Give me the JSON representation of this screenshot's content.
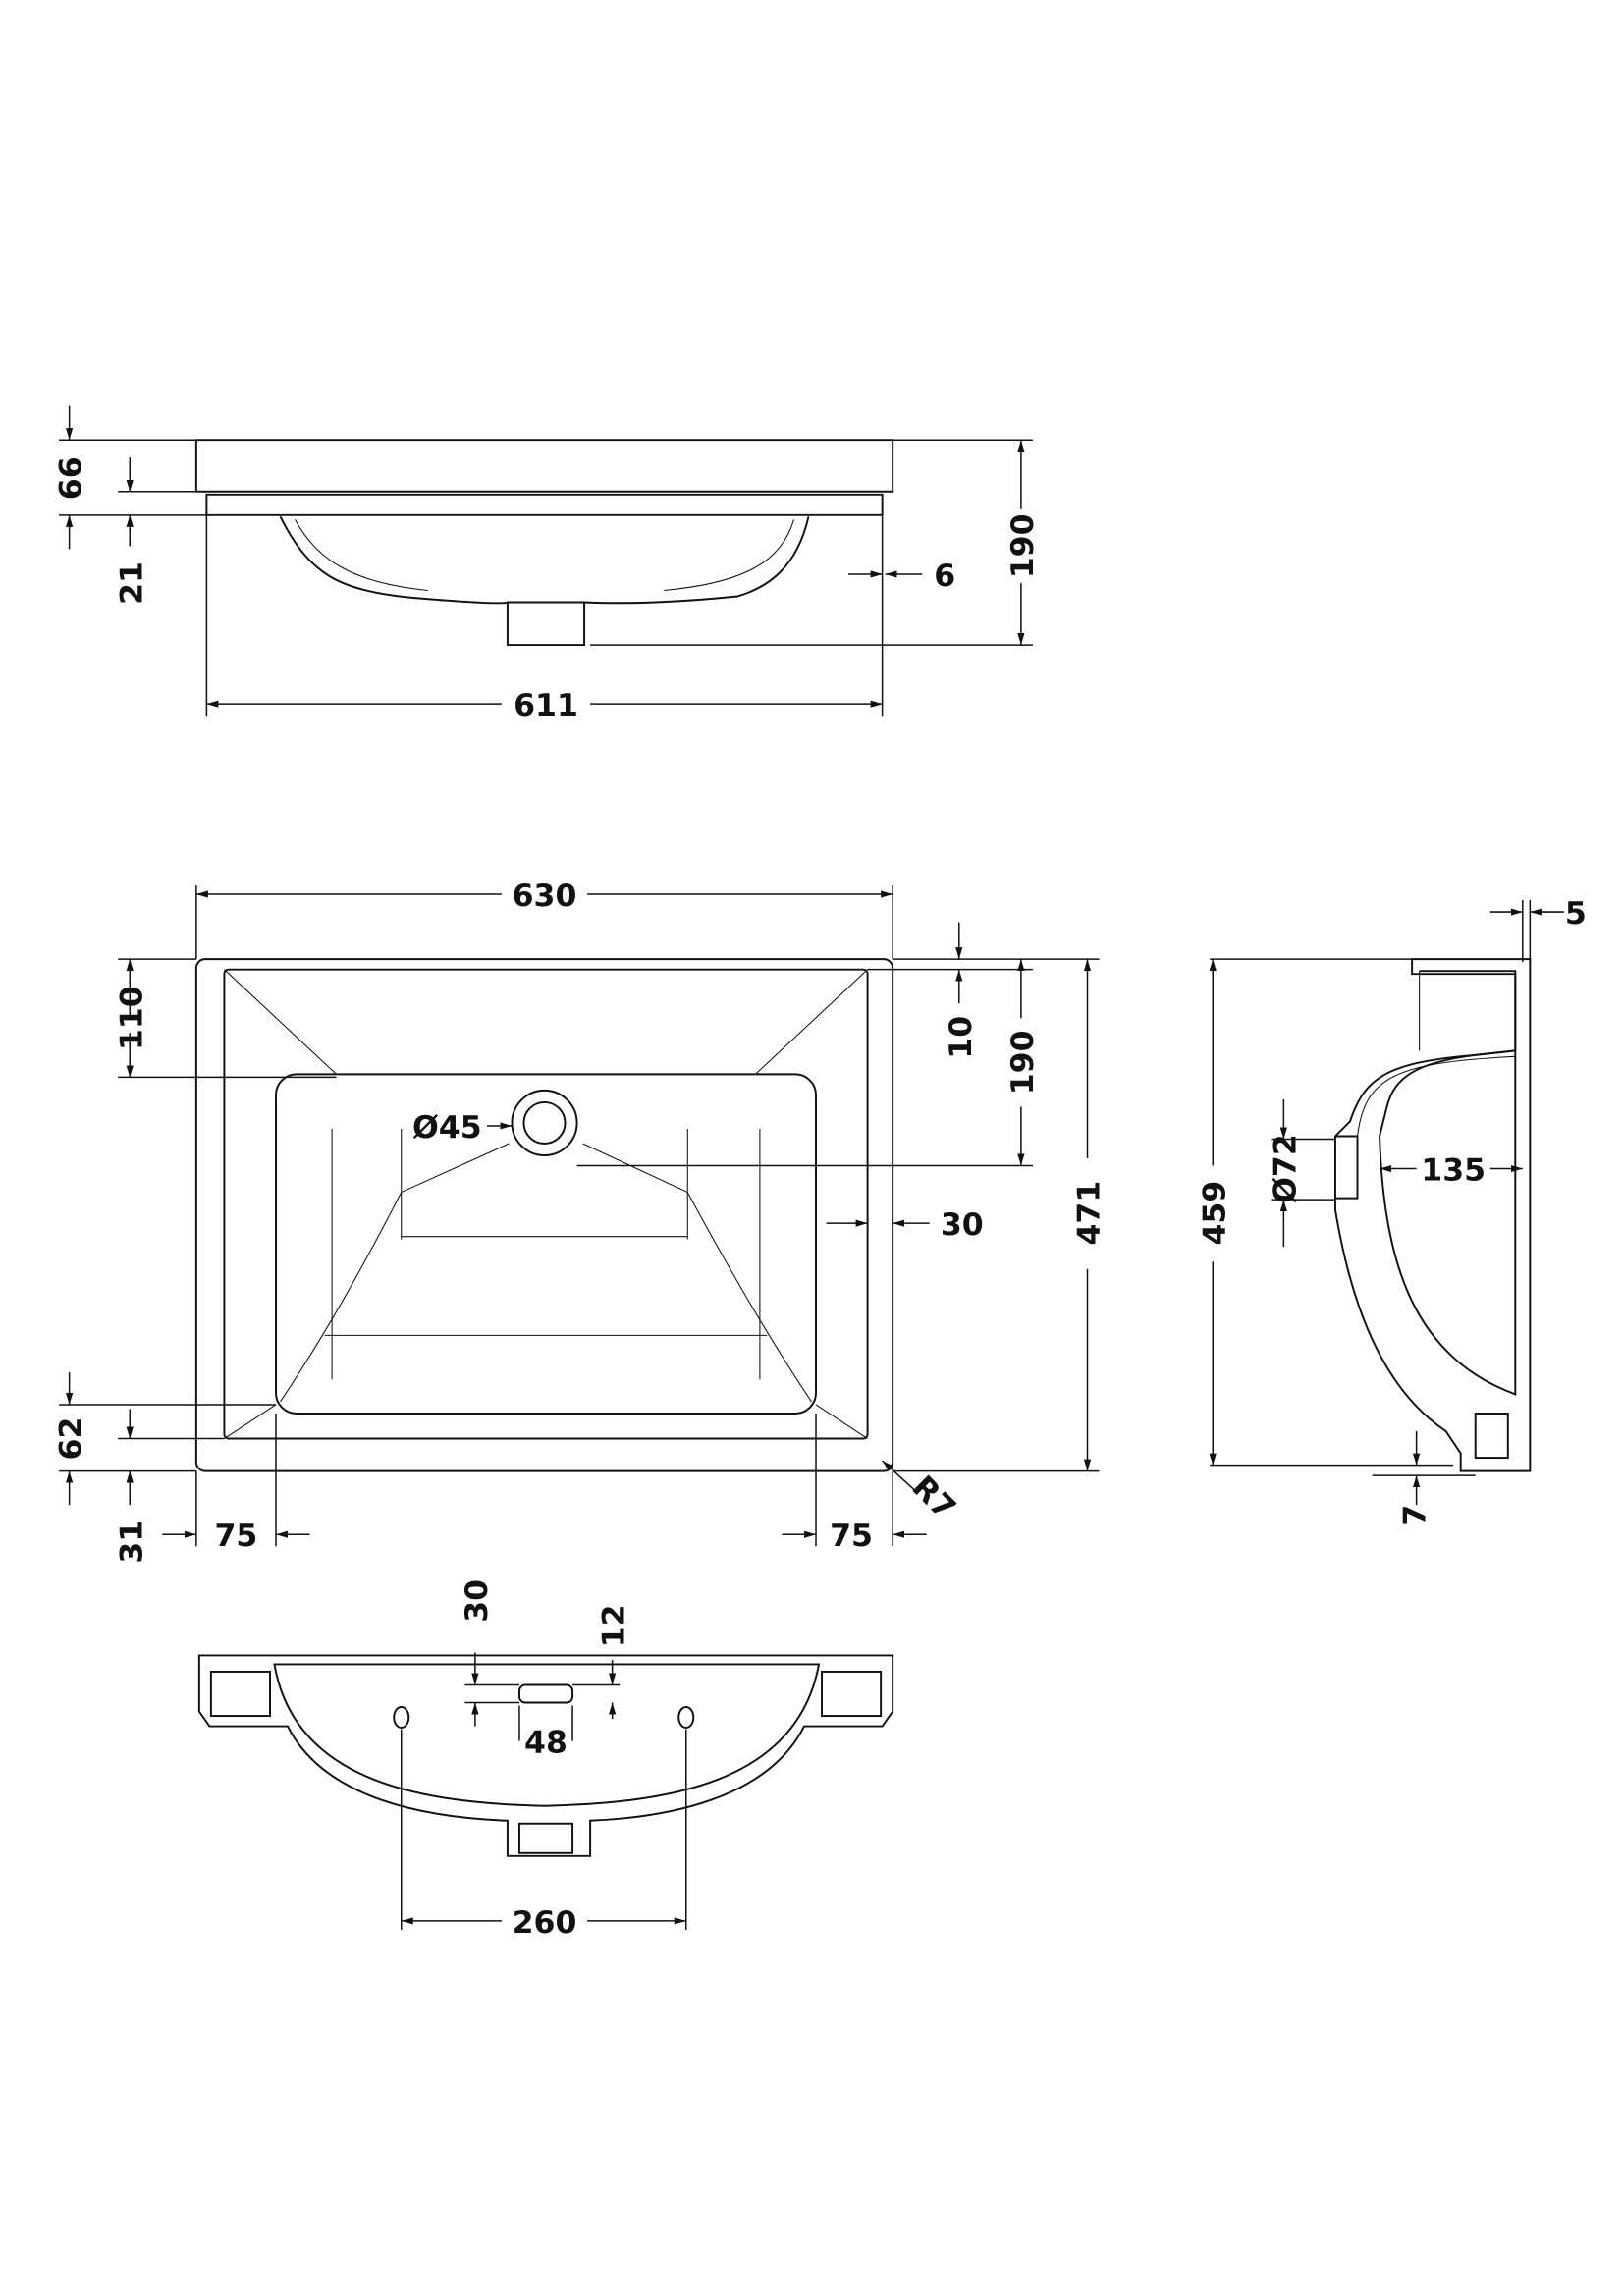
{
  "views": {
    "front_elevation": {
      "dims": {
        "depth_top": "66",
        "lip": "21",
        "offset": "6",
        "height": "190",
        "width": "611"
      }
    },
    "plan": {
      "dims": {
        "width": "630",
        "back_ledge": "110",
        "edge": "10",
        "tap_hole": "190",
        "tap_diameter": "Ø45",
        "side_edge": "30",
        "depth": "471",
        "front": "62",
        "front_lip": "31",
        "left_edge": "75",
        "right_edge": "75",
        "radius": "R7"
      }
    },
    "side_section": {
      "dims": {
        "overall": "459",
        "waste": "Ø72",
        "bowl_depth": "135",
        "wall": "5",
        "base": "7"
      }
    },
    "rear_section": {
      "dims": {
        "slot_height": "30",
        "slot_depth": "12",
        "slot_width": "48",
        "fixing_centres": "260"
      }
    }
  },
  "colors": {
    "line": "#111111",
    "background": "#ffffff"
  }
}
